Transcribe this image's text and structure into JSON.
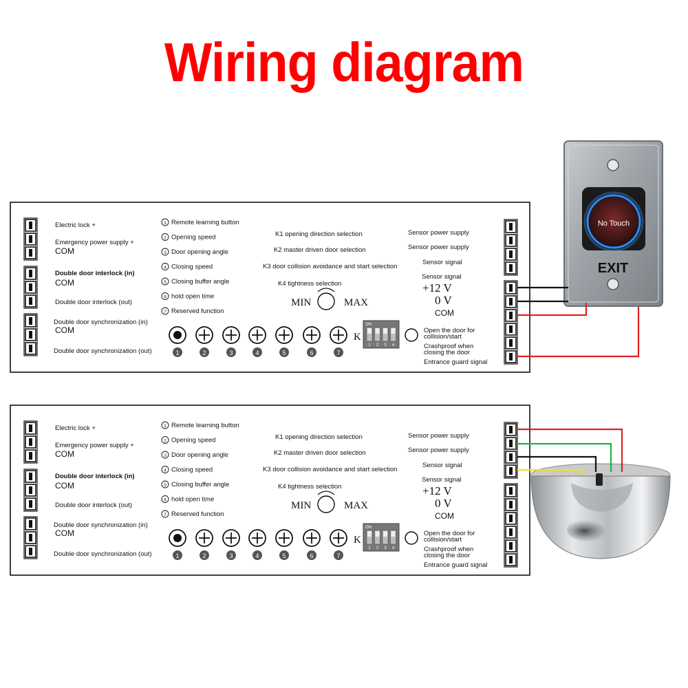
{
  "title": "Wiring diagram",
  "board": {
    "left_labels": [
      "Electric lock +",
      "Emergency power supply +",
      "COM",
      "Double door interlock (in)",
      "COM",
      "Double door interlock (out)",
      "Double door synchronization (in)",
      "COM",
      "Double door synchronization (out)"
    ],
    "function_labels": [
      "Remote learning button",
      "Opening speed",
      "Door opening angle",
      "Closing speed",
      "Closing buffer angle",
      "hold open time",
      "Reserved function"
    ],
    "k_labels": [
      "K1 opening direction selection",
      "K2 master driven door selection",
      "K3 door collision avoidance and start selection",
      "K4 tightness selection"
    ],
    "min_label": "MIN",
    "max_label": "MAX",
    "k_letter": "K",
    "dip_on": "ON",
    "dip_numbers": [
      "1",
      "2",
      "3",
      "4"
    ],
    "knob_numbers": [
      "1",
      "2",
      "3",
      "4",
      "5",
      "6",
      "7"
    ],
    "right_labels": [
      "Sensor power supply",
      "Sensor power supply",
      "Sensor signal",
      "Sensor signal"
    ],
    "voltage_12": "+12  V",
    "voltage_0": "0  V",
    "com_label": "COM",
    "collision_label": [
      "Open the door for",
      "collision/start"
    ],
    "crashproof_label": [
      "Crashproof when",
      "closing the door"
    ],
    "entrance_label": "Entrance guard signal"
  },
  "exit_button": {
    "face_text": "No Touch",
    "plate_text": "EXIT"
  },
  "colors": {
    "title": "#ff0000",
    "wire_red": "#e02020",
    "wire_black": "#111111",
    "wire_green": "#19b34a",
    "wire_yellow": "#f2e21a"
  }
}
